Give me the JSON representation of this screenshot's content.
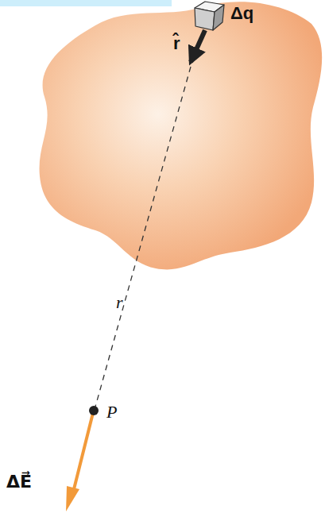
{
  "diagram": {
    "labels": [
      "r̂",
      "Δq",
      "r",
      "P",
      "ΔE⃗"
    ]
  }
}
